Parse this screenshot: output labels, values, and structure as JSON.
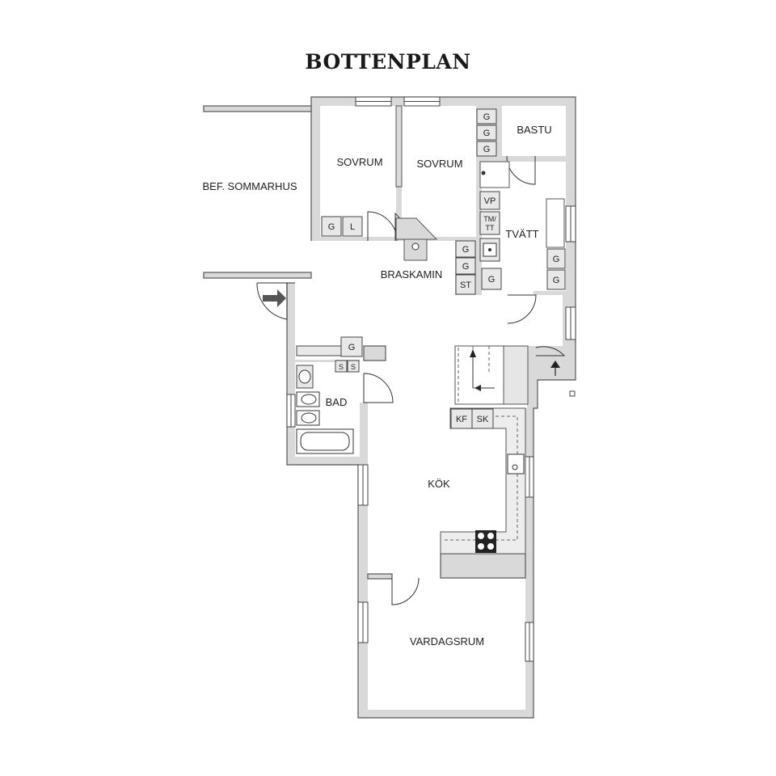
{
  "title": "BOTTENPLAN",
  "rooms": {
    "sovrum_1": "SOVRUM",
    "sovrum_2": "SOVRUM",
    "bef_sommarhus": "BEF. SOMMARHUS",
    "bastu": "BASTU",
    "tvatt": "TVÄTT",
    "braskamin": "BRASKAMIN",
    "bad": "BAD",
    "kok": "KÖK",
    "vardagsrum": "VARDAGSRUM"
  },
  "cabinets": {
    "g": "G",
    "l": "L",
    "st": "ST",
    "vp": "VP",
    "tm": "TM/",
    "tt": "TT",
    "s": "S",
    "kf": "KF",
    "sk": "SK"
  },
  "colors": {
    "wall": "#d9d9d9",
    "wall_stroke": "#555555",
    "text": "#1f1f1f",
    "arrow": "#555555"
  }
}
